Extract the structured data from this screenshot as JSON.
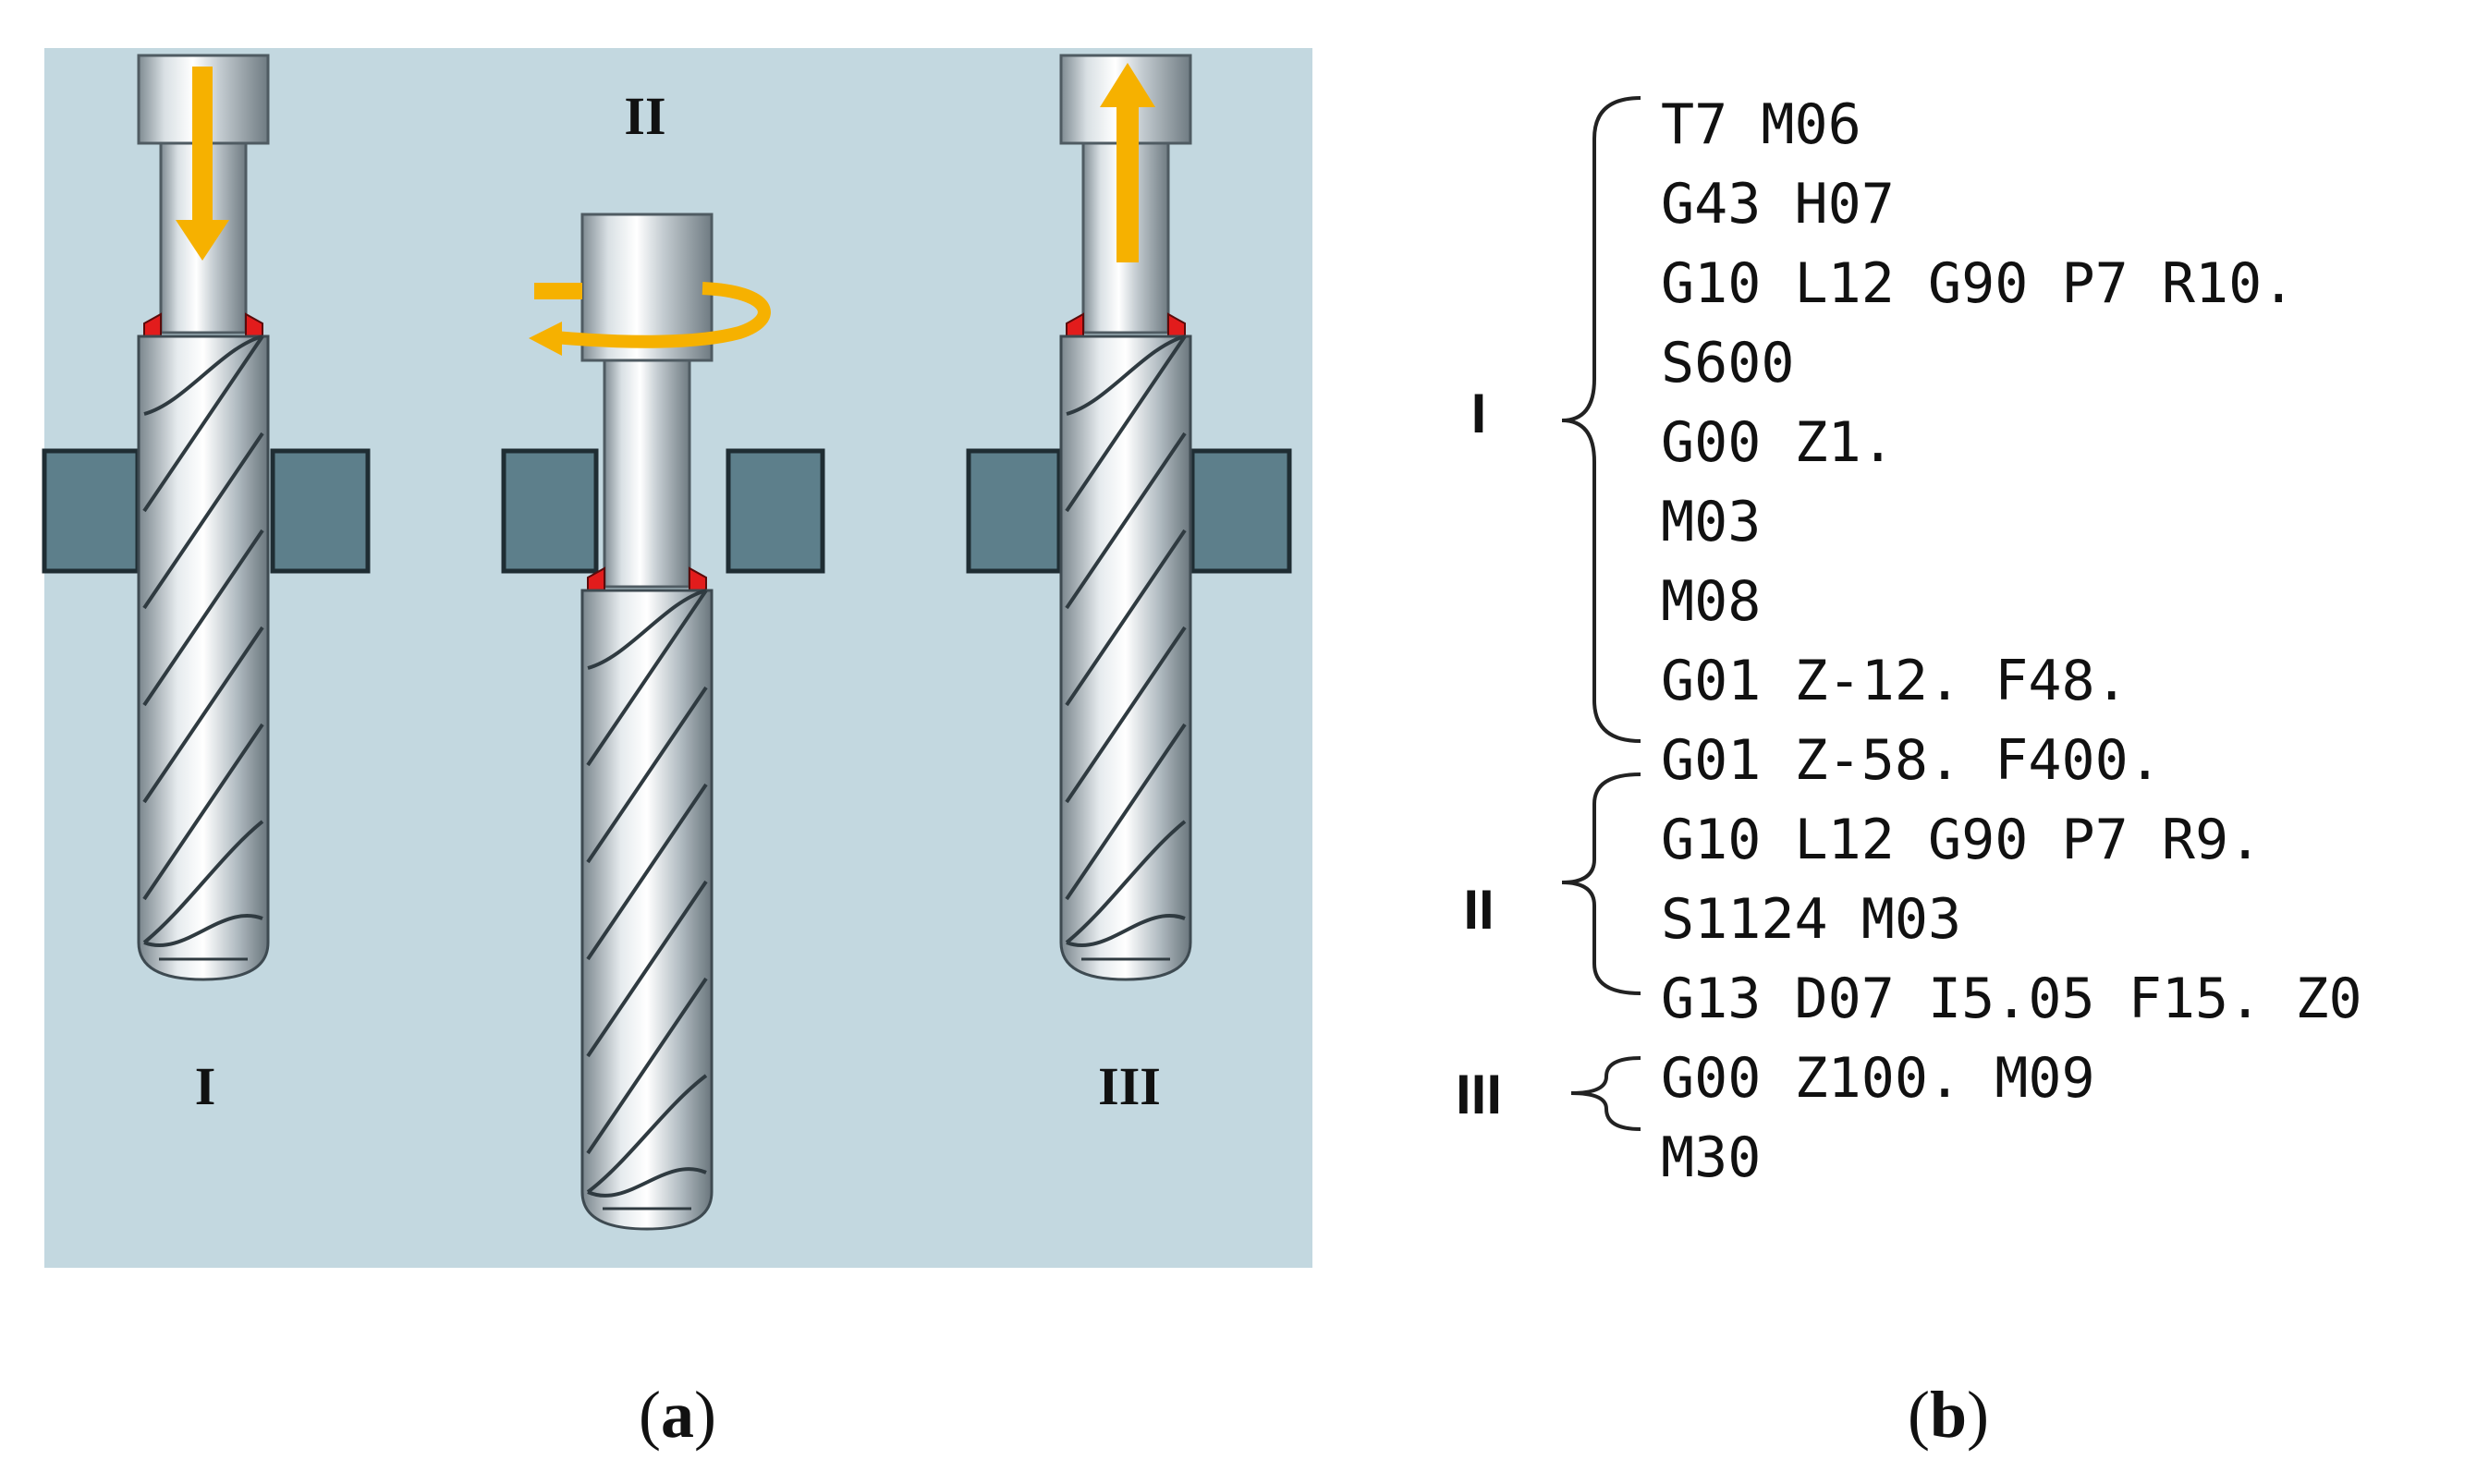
{
  "panel_a": {
    "stage_labels": [
      "I",
      "II",
      "III"
    ],
    "motions": {
      "stage_1": "feed-down-arrow",
      "stage_2": "rotation-arrow",
      "stage_3": "retract-up-arrow"
    },
    "colors": {
      "background": "#c3d8e0",
      "workpiece": "#5d7f8b",
      "arrow": "#f6b100",
      "cutting_edge": "#e21c1c",
      "tool_light": "#f2f5f7",
      "tool_dark": "#8a969d"
    }
  },
  "panel_b": {
    "step_labels": [
      "I",
      "II",
      "III"
    ],
    "code_lines": [
      "T7 M06",
      "G43 H07",
      "G10 L12 G90 P7 R10.",
      "S600",
      "G00 Z1.",
      "M03",
      "M08",
      "G01 Z-12. F48.",
      "G01 Z-58. F400.",
      "G10 L12 G90 P7 R9.",
      "S1124 M03",
      "G13 D07 I5.05 F15. Z0",
      "G00 Z100. M09",
      "M30"
    ]
  },
  "captions": {
    "a": {
      "open": "(",
      "letter": "a",
      "close": ")"
    },
    "b": {
      "open": "(",
      "letter": "b",
      "close": ")"
    }
  }
}
